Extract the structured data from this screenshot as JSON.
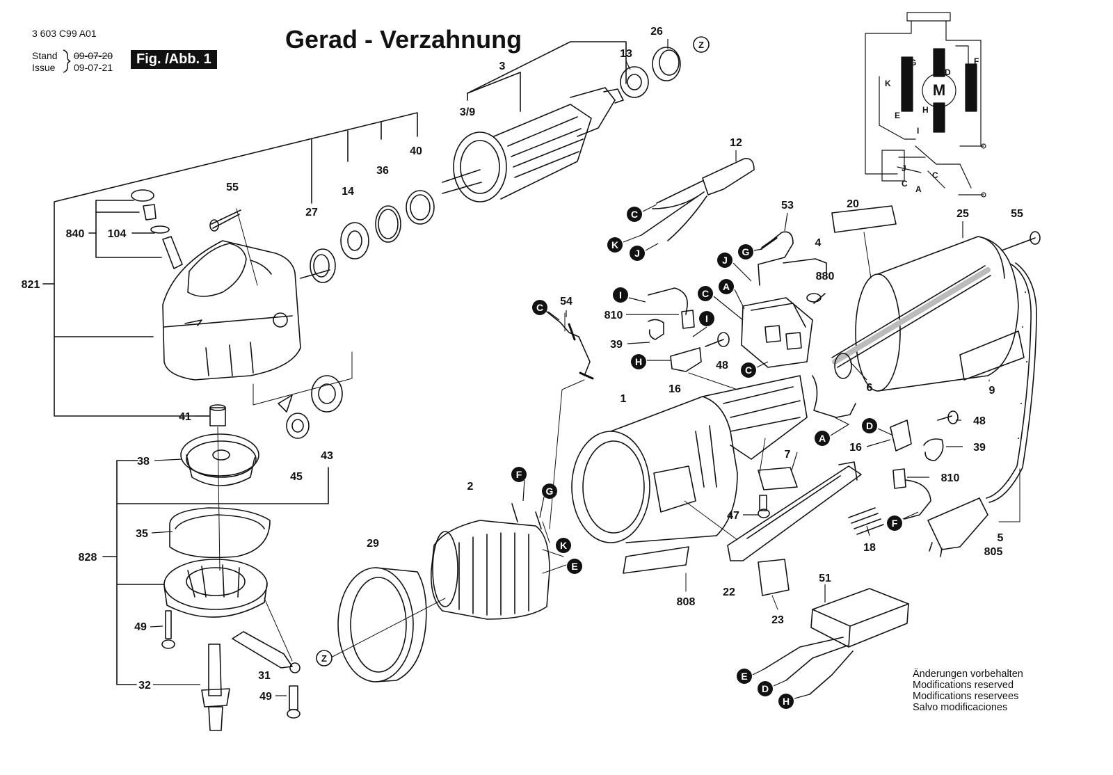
{
  "header": {
    "doc_number": "3 603 C99 A01",
    "stand_label": "Stand",
    "stand_date": "09-07-20",
    "issue_label": "Issue",
    "issue_date": "09-07-21",
    "fig_label": "Fig. /Abb. 1",
    "title": "Gerad - Verzahnung"
  },
  "wiring": {
    "motor": "M",
    "terms": [
      "G",
      "D",
      "F",
      "K",
      "H",
      "E",
      "I",
      "J",
      "C",
      "C",
      "A"
    ]
  },
  "parts": [
    {
      "id": "p26",
      "text": "26"
    },
    {
      "id": "p13",
      "text": "13"
    },
    {
      "id": "p3",
      "text": "3"
    },
    {
      "id": "p3_9",
      "text": "3/9"
    },
    {
      "id": "p40",
      "text": "40"
    },
    {
      "id": "p36",
      "text": "36"
    },
    {
      "id": "p14",
      "text": "14"
    },
    {
      "id": "p27",
      "text": "27"
    },
    {
      "id": "p55a",
      "text": "55"
    },
    {
      "id": "p840",
      "text": "840"
    },
    {
      "id": "p104",
      "text": "104"
    },
    {
      "id": "p821",
      "text": "821"
    },
    {
      "id": "p41",
      "text": "41"
    },
    {
      "id": "p45",
      "text": "45"
    },
    {
      "id": "p43",
      "text": "43"
    },
    {
      "id": "p38",
      "text": "38"
    },
    {
      "id": "p35",
      "text": "35"
    },
    {
      "id": "p828",
      "text": "828"
    },
    {
      "id": "p49a",
      "text": "49"
    },
    {
      "id": "p31",
      "text": "31"
    },
    {
      "id": "p32",
      "text": "32"
    },
    {
      "id": "p49b",
      "text": "49"
    },
    {
      "id": "p29",
      "text": "29"
    },
    {
      "id": "p2",
      "text": "2"
    },
    {
      "id": "p54",
      "text": "54"
    },
    {
      "id": "p810a",
      "text": "810"
    },
    {
      "id": "p39a",
      "text": "39"
    },
    {
      "id": "p16a",
      "text": "16"
    },
    {
      "id": "p48a",
      "text": "48"
    },
    {
      "id": "p12",
      "text": "12"
    },
    {
      "id": "p53",
      "text": "53"
    },
    {
      "id": "p4",
      "text": "4"
    },
    {
      "id": "p880",
      "text": "880"
    },
    {
      "id": "p20",
      "text": "20"
    },
    {
      "id": "p25",
      "text": "25"
    },
    {
      "id": "p55b",
      "text": "55"
    },
    {
      "id": "p6",
      "text": "6"
    },
    {
      "id": "p9",
      "text": "9"
    },
    {
      "id": "p1",
      "text": "1"
    },
    {
      "id": "p48b",
      "text": "48"
    },
    {
      "id": "p16b",
      "text": "16"
    },
    {
      "id": "p39b",
      "text": "39"
    },
    {
      "id": "p810b",
      "text": "810"
    },
    {
      "id": "p7",
      "text": "7"
    },
    {
      "id": "p47",
      "text": "47"
    },
    {
      "id": "p18",
      "text": "18"
    },
    {
      "id": "p5",
      "text": "5"
    },
    {
      "id": "p805",
      "text": "805"
    },
    {
      "id": "p808",
      "text": "808"
    },
    {
      "id": "p22",
      "text": "22"
    },
    {
      "id": "p23",
      "text": "23"
    },
    {
      "id": "p51",
      "text": "51"
    }
  ],
  "connectors": [
    {
      "id": "cZ1",
      "text": "Z"
    },
    {
      "id": "cC1",
      "text": "C"
    },
    {
      "id": "cK1",
      "text": "K"
    },
    {
      "id": "cJ1",
      "text": "J"
    },
    {
      "id": "cG1",
      "text": "G"
    },
    {
      "id": "cJ2",
      "text": "J"
    },
    {
      "id": "cA1",
      "text": "A"
    },
    {
      "id": "cC2",
      "text": "C"
    },
    {
      "id": "cC3",
      "text": "C"
    },
    {
      "id": "cI1",
      "text": "I"
    },
    {
      "id": "cI2",
      "text": "I"
    },
    {
      "id": "cH1",
      "text": "H"
    },
    {
      "id": "cC4",
      "text": "C"
    },
    {
      "id": "cF1",
      "text": "F"
    },
    {
      "id": "cG2",
      "text": "G"
    },
    {
      "id": "cK2",
      "text": "K"
    },
    {
      "id": "cE1",
      "text": "E"
    },
    {
      "id": "cZ2",
      "text": "Z"
    },
    {
      "id": "cA2",
      "text": "A"
    },
    {
      "id": "cD1",
      "text": "D"
    },
    {
      "id": "cF2",
      "text": "F"
    },
    {
      "id": "cE2",
      "text": "E"
    },
    {
      "id": "cD2",
      "text": "D"
    },
    {
      "id": "cH2",
      "text": "H"
    }
  ],
  "notes": [
    "Änderungen vorbehalten",
    "Modifications reserved",
    "Modifications reservees",
    "Salvo modificaciones"
  ]
}
